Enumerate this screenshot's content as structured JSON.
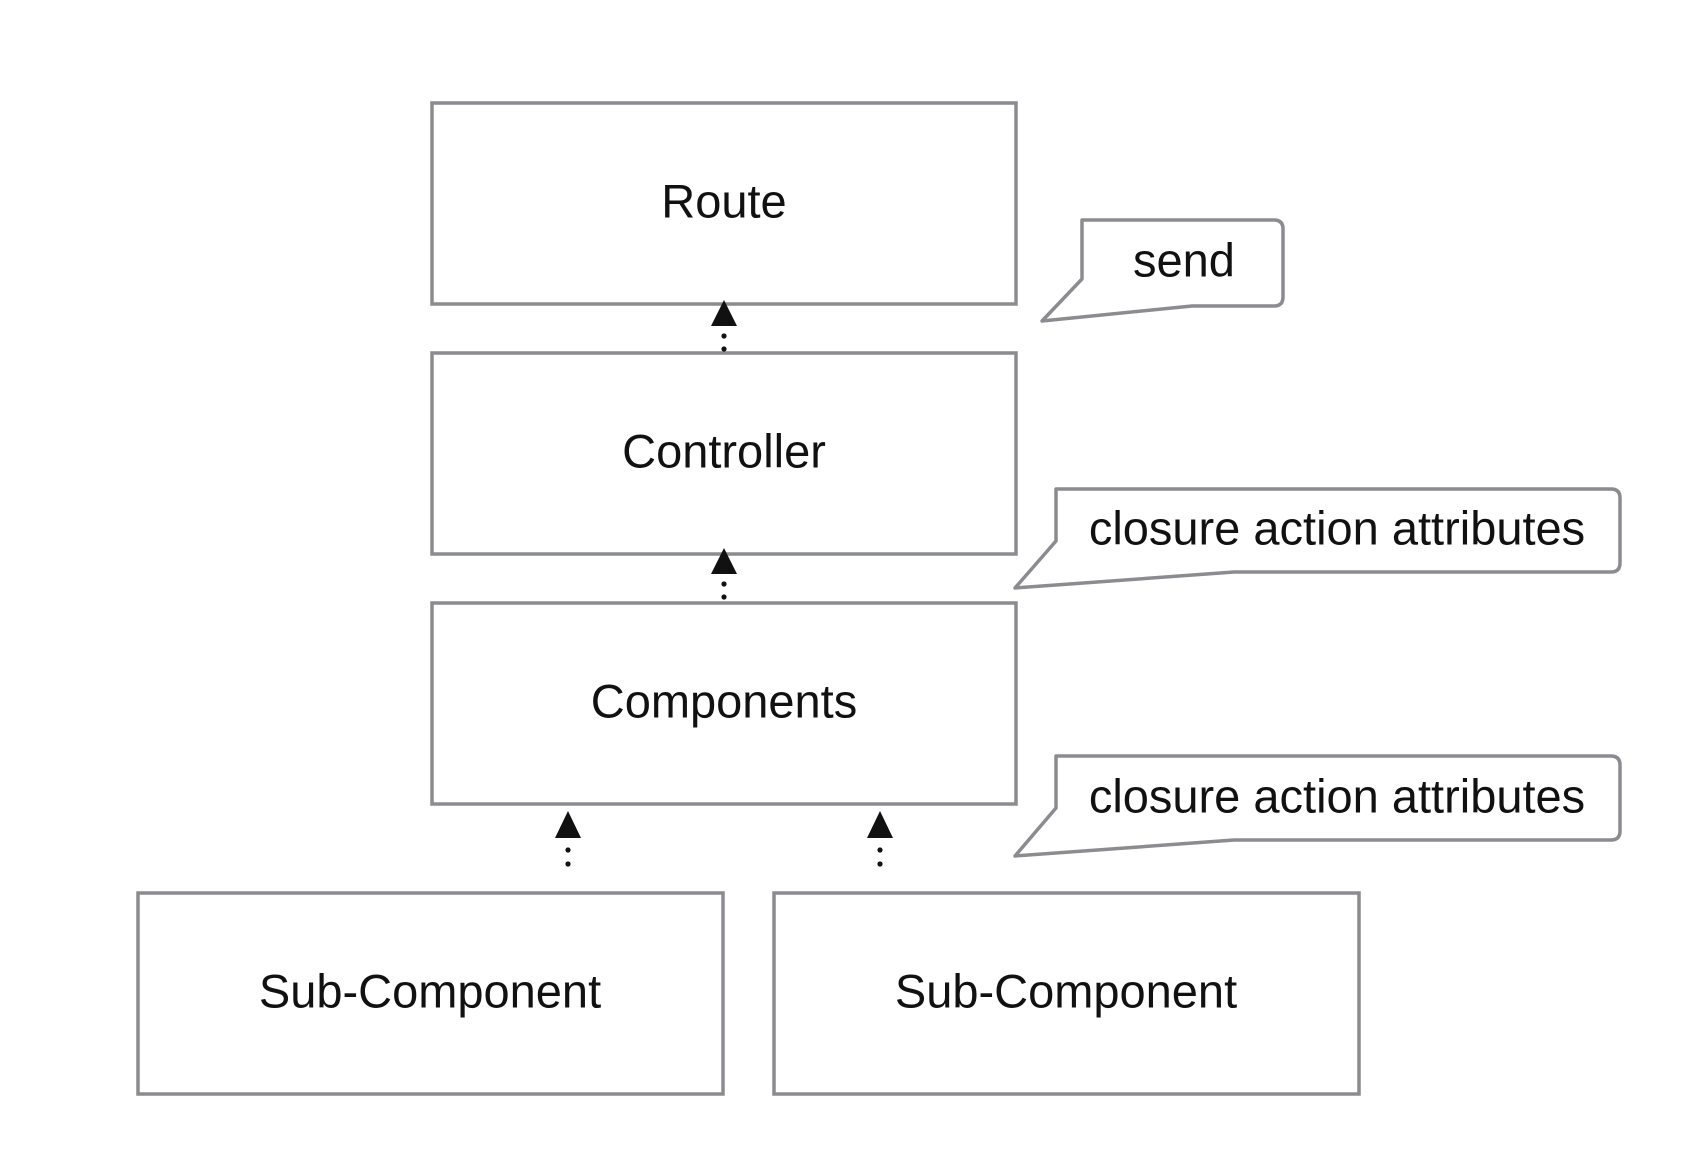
{
  "diagram": {
    "colors": {
      "box_stroke": "#8c8c90",
      "arrow": "#111111",
      "text": "#111111",
      "background": "#ffffff"
    },
    "boxes": {
      "route": "Route",
      "controller": "Controller",
      "components": "Components",
      "sub_component_left": "Sub-Component",
      "sub_component_right": "Sub-Component"
    },
    "callouts": {
      "send": "send",
      "closure_action_attributes_upper": "closure action attributes",
      "closure_action_attributes_lower": "closure action attributes"
    },
    "connectors": [
      {
        "from": "controller",
        "to": "route",
        "style": "dotted-arrow"
      },
      {
        "from": "components",
        "to": "controller",
        "style": "dotted-arrow"
      },
      {
        "from": "sub_component_left",
        "to": "components",
        "style": "dotted-arrow"
      },
      {
        "from": "sub_component_right",
        "to": "components",
        "style": "dotted-arrow"
      }
    ]
  }
}
